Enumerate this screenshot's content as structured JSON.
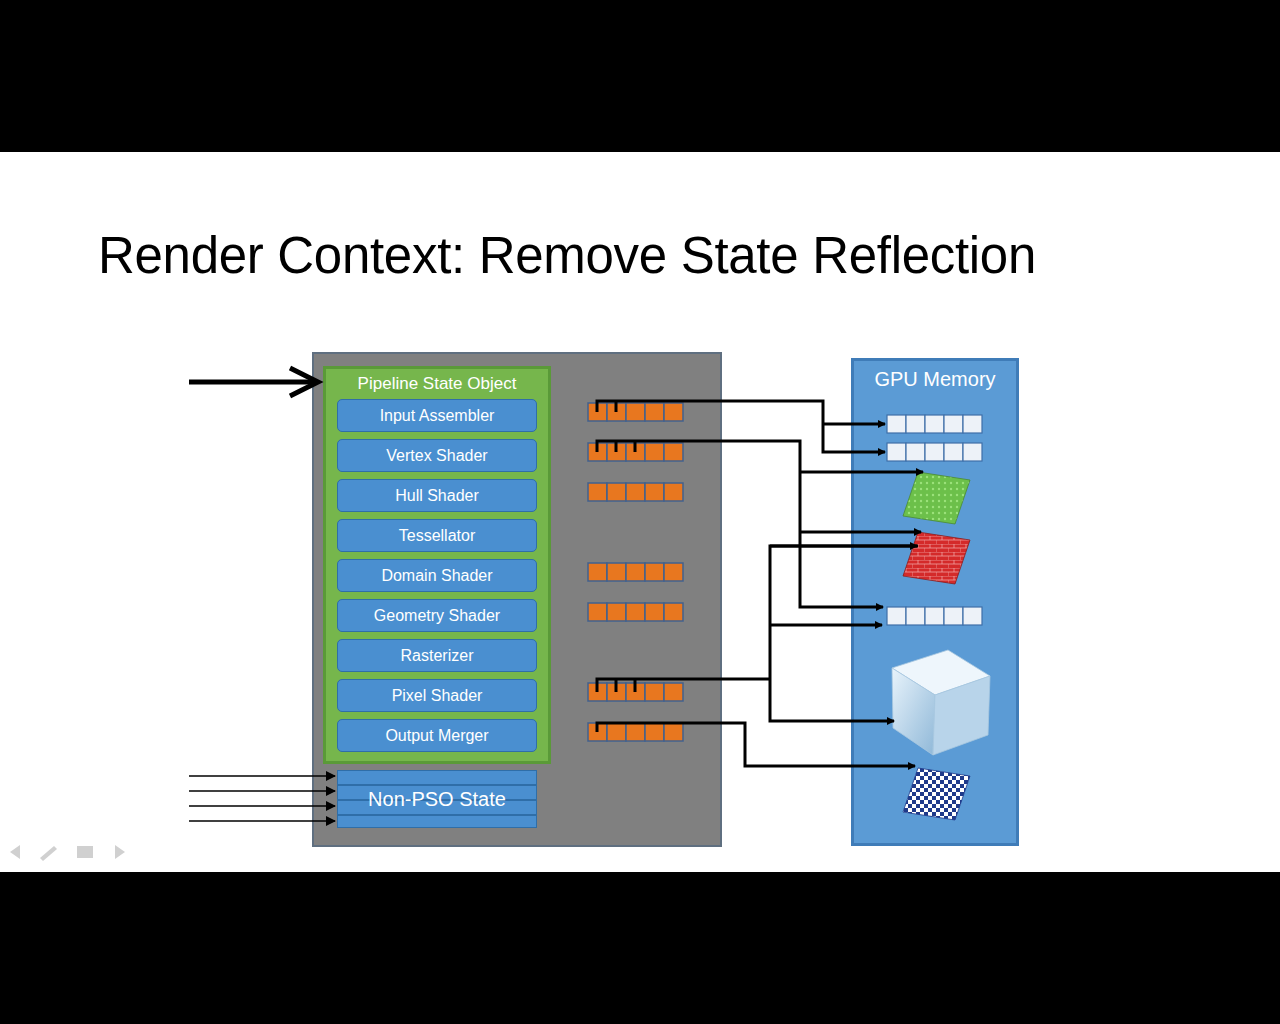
{
  "diagram": {
    "title": "Render Context: Remove State Reflection",
    "nodes": [
      {
        "text": [
          "Pipeline State Object"
        ]
      },
      {
        "text": [
          "Input Assembler"
        ],
        "in": 0
      },
      {
        "text": [
          "Vertex Shader"
        ],
        "in": 0
      },
      {
        "text": [
          "Hull Shader"
        ],
        "in": 0
      },
      {
        "text": [
          "Tessellator"
        ],
        "in": 0
      },
      {
        "text": [
          "Domain Shader"
        ],
        "in": 0
      },
      {
        "text": [
          "Geometry Shader"
        ],
        "in": 0
      },
      {
        "text": [
          "Rasterizer"
        ],
        "in": 0
      },
      {
        "text": [
          "Pixel Shader"
        ],
        "in": 0
      },
      {
        "text": [
          "Output Merger"
        ],
        "in": 0
      },
      {
        "text": [
          "Non-PSO State"
        ]
      },
      {
        "text": [
          "GPU Memory"
        ]
      }
    ]
  }
}
